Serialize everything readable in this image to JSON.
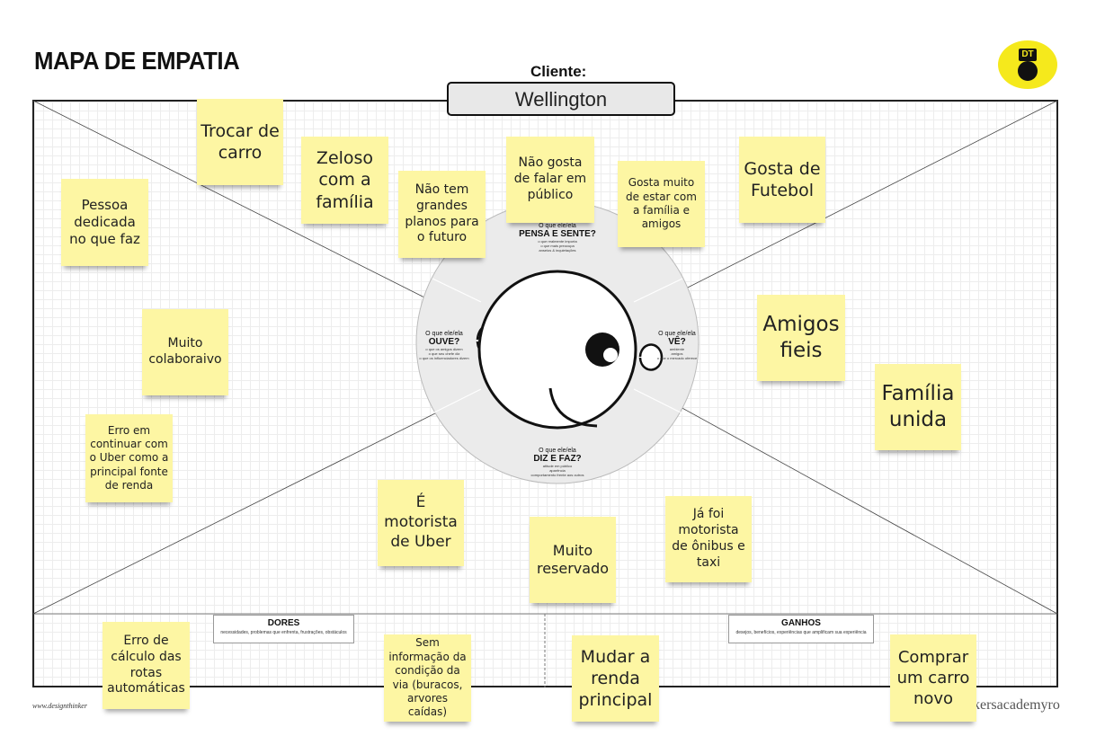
{
  "title": "MAPA DE EMPATIA",
  "client": {
    "label": "Cliente:",
    "name": "Wellington"
  },
  "logo": {
    "text": "DT",
    "caption": "academy"
  },
  "quadrants": {
    "pensa": {
      "question": "O que ele/ela",
      "heading": "PENSA E SENTE?",
      "sub": [
        "o que realmente importa",
        "o que mais preocupa",
        "anseios & inquietações"
      ]
    },
    "ouve": {
      "question": "O que ele/ela",
      "heading": "OUVE?",
      "sub": [
        "o que os amigos dizem",
        "o que seu chefe diz",
        "o que os influenciadores dizem"
      ]
    },
    "ve": {
      "question": "O que ele/ela",
      "heading": "VÊ?",
      "sub": [
        "ambiente",
        "amigos",
        "o que o mercado oferece"
      ]
    },
    "diz": {
      "question": "O que ele/ela",
      "heading": "DIZ E FAZ?",
      "sub": [
        "atitude em público",
        "aparência",
        "comportamento frente aos outros"
      ]
    }
  },
  "dores": {
    "title": "DORES",
    "subtitle": "necessidades, problemas que enfrenta, frustrações, obstáculos"
  },
  "ganhos": {
    "title": "GANHOS",
    "subtitle": "desejos, benefícios, experiências que amplificam sua experiência"
  },
  "footer": {
    "left": "www.designthinker",
    "right": "kersacademyro"
  },
  "notes": [
    {
      "id": "trocar-carro",
      "text": "Trocar de carro"
    },
    {
      "id": "zeloso",
      "text": "Zeloso com a família"
    },
    {
      "id": "nao-tem-planos",
      "text": "Não tem grandes planos para o futuro"
    },
    {
      "id": "nao-gosta-falar",
      "text": "Não gosta de falar em público"
    },
    {
      "id": "gosta-familia",
      "text": "Gosta muito de estar com a família e amigos"
    },
    {
      "id": "gosta-futebol",
      "text": "Gosta de Futebol"
    },
    {
      "id": "pessoa-dedicada",
      "text": "Pessoa dedicada no que faz"
    },
    {
      "id": "muito-colaborativo",
      "text": "Muito colaboraivo"
    },
    {
      "id": "erro-uber",
      "text": "Erro em continuar com o Uber como a principal fonte de renda"
    },
    {
      "id": "amigos-fieis",
      "text": "Amigos fieis"
    },
    {
      "id": "familia-unida",
      "text": "Família unida"
    },
    {
      "id": "motorista-uber",
      "text": "É motorista de Uber"
    },
    {
      "id": "muito-reservado",
      "text": "Muito reservado"
    },
    {
      "id": "motorista-onibus",
      "text": "Já foi motorista de ônibus e taxi"
    },
    {
      "id": "erro-calculo",
      "text": "Erro de cálculo das rotas automáticas"
    },
    {
      "id": "sem-informacao",
      "text": "Sem informação da condição da via (buracos, arvores caídas)"
    },
    {
      "id": "mudar-renda",
      "text": "Mudar a renda principal"
    },
    {
      "id": "comprar-carro",
      "text": "Comprar um carro novo"
    }
  ]
}
